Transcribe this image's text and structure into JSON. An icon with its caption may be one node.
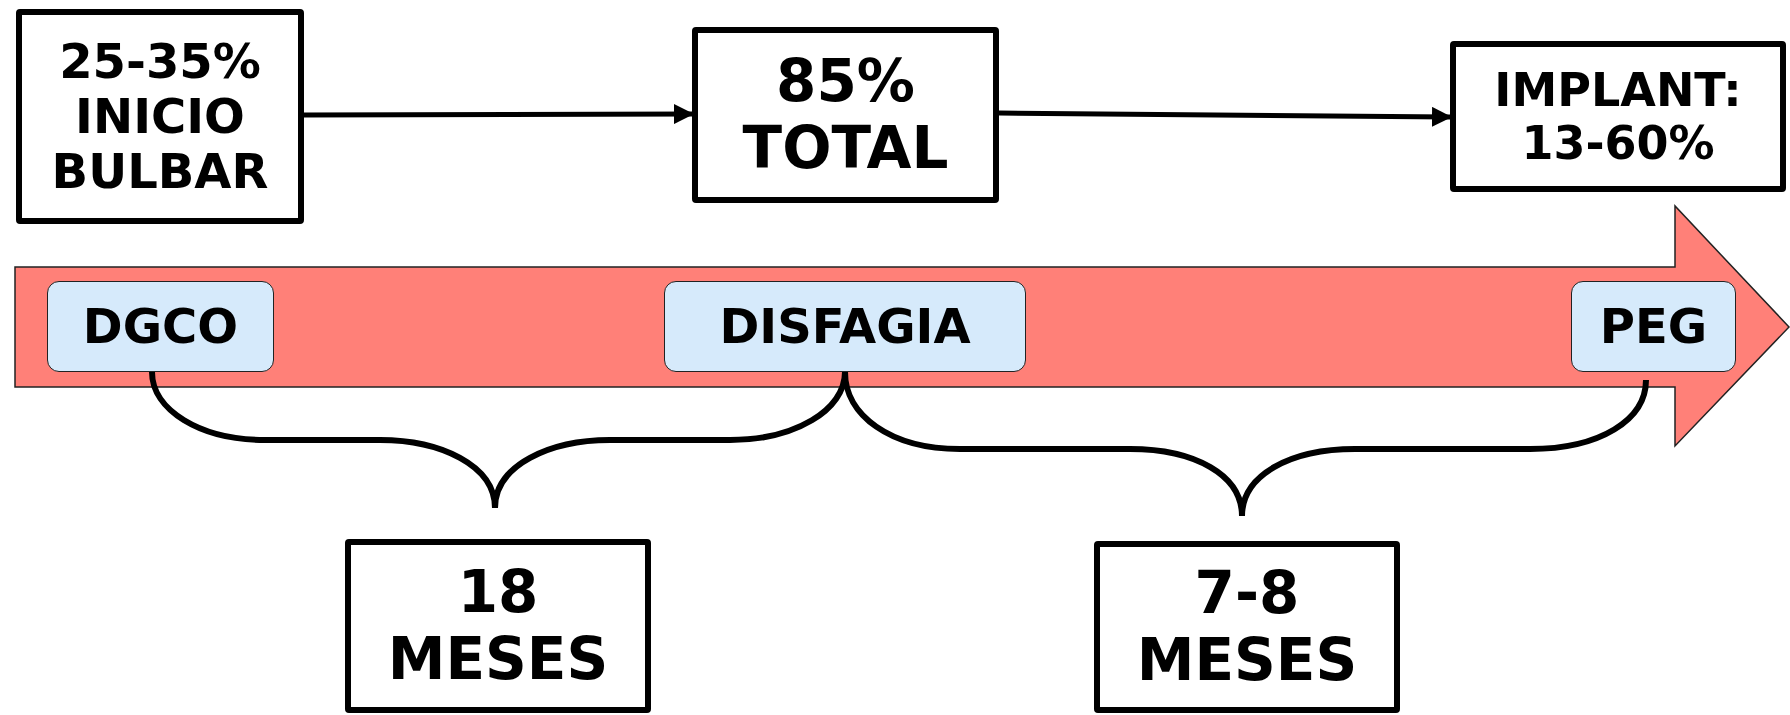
{
  "diagram": {
    "nodes": [
      {
        "text": [
          "25-35% INICIO BULBAR"
        ]
      },
      {
        "text": [
          "85% TOTAL"
        ]
      },
      {
        "text": [
          "IMPLANT: 13-60%"
        ]
      },
      {
        "text": [],
        "shape": "arrow"
      },
      {
        "text": [
          "DGCO"
        ],
        "in": 3
      },
      {
        "text": [
          "DISFAGIA"
        ],
        "in": 3
      },
      {
        "text": [
          "PEG"
        ],
        "in": 3
      },
      {
        "text": [
          "18 MESES"
        ]
      },
      {
        "text": [
          "7-8 MESES"
        ]
      }
    ],
    "edges": [
      {
        "from": 0,
        "to": 1,
        "arrow": "to"
      },
      {
        "from": 1,
        "to": 2,
        "arrow": "to"
      }
    ]
  }
}
